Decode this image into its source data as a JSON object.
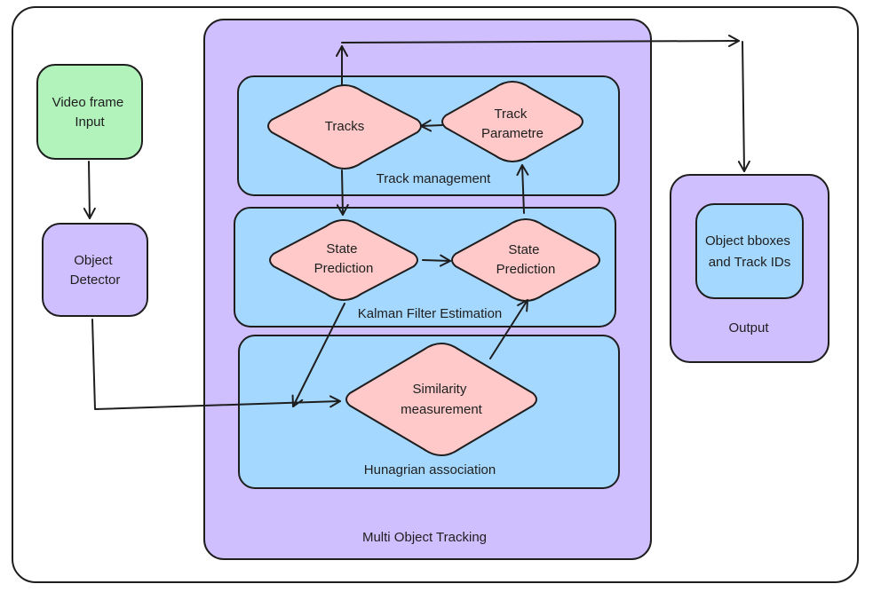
{
  "colors": {
    "outer_frame": "#ffffff",
    "multi_object_tracking": "#d0bfff",
    "inner_stage": "#a5d8ff",
    "decision": "#ffc9c9",
    "input": "#b2f2bb",
    "detector": "#d0bfff",
    "output": "#d0bfff",
    "output_inner": "#a5d8ff",
    "stroke": "#1e1e1e"
  },
  "nodes": {
    "video_input": {
      "line1": "Video frame",
      "line2": "Input"
    },
    "object_detector": {
      "line1": "Object",
      "line2": "Detector"
    },
    "tracks": {
      "label": "Tracks"
    },
    "track_parametre": {
      "line1": "Track",
      "line2": "Parametre"
    },
    "state_prediction_left": {
      "line1": "State",
      "line2": "Prediction"
    },
    "state_prediction_right": {
      "line1": "State",
      "line2": "Prediction"
    },
    "similarity_measurement": {
      "line1": "Similarity",
      "line2": "measurement"
    },
    "output_bboxes": {
      "line1": "Object bboxes",
      "line2": "and Track IDs"
    }
  },
  "groups": {
    "track_management": "Track management",
    "kalman_filter": "Kalman Filter Estimation",
    "hungarian_association": "Hunagrian association",
    "multi_object_tracking": "Multi Object Tracking",
    "output": "Output"
  }
}
